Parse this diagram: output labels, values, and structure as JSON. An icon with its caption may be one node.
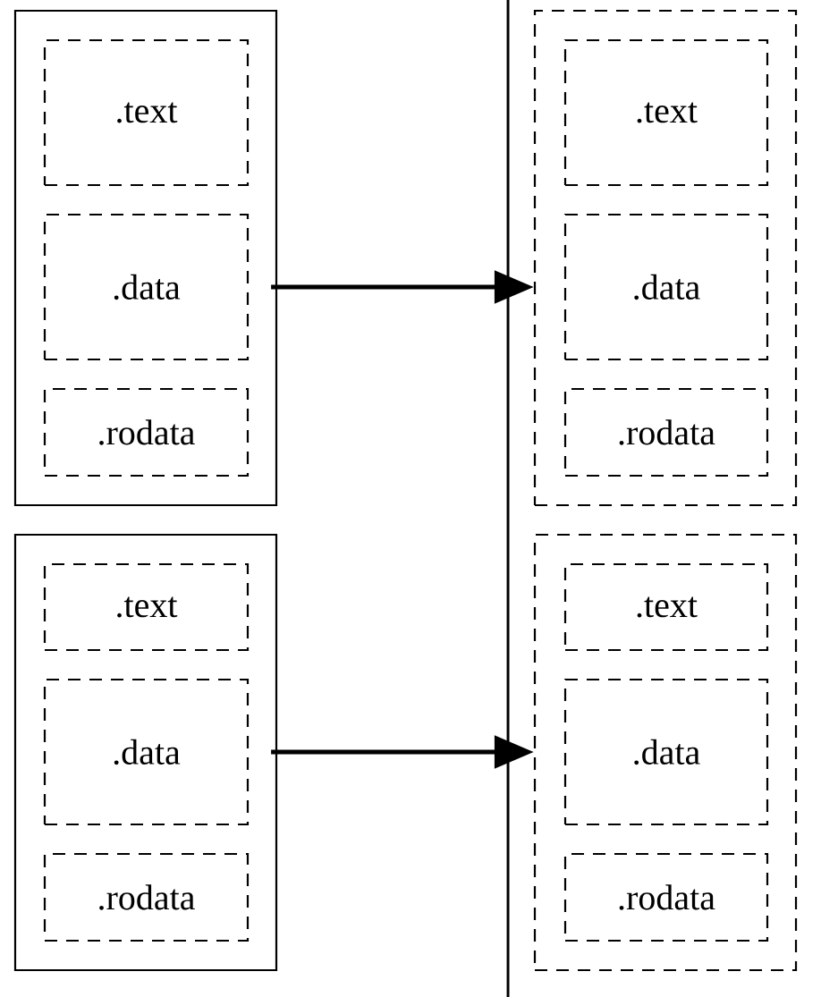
{
  "diagram": {
    "nodes": [
      {
        "text": [],
        "shape": "box"
      },
      {
        "text": [
          ".text"
        ],
        "in": 0
      },
      {
        "text": [
          ".data"
        ],
        "in": 0
      },
      {
        "text": [
          ".rodata"
        ],
        "in": 0
      },
      {
        "text": [],
        "shape": "box"
      },
      {
        "text": [
          ".text"
        ],
        "in": 4
      },
      {
        "text": [
          ".data"
        ],
        "in": 4
      },
      {
        "text": [
          ".rodata"
        ],
        "in": 4
      },
      {
        "text": [],
        "shape": "box"
      },
      {
        "text": [
          ".text"
        ],
        "in": 8
      },
      {
        "text": [
          ".data"
        ],
        "in": 8
      },
      {
        "text": [
          ".rodata"
        ],
        "in": 8
      },
      {
        "text": [],
        "shape": "box"
      },
      {
        "text": [
          ".text"
        ],
        "in": 12
      },
      {
        "text": [
          ".data"
        ],
        "in": 12
      },
      {
        "text": [
          ".rodata"
        ],
        "in": 12
      }
    ],
    "edges": [
      {
        "from": 2,
        "to": 8,
        "arrow": "to"
      },
      {
        "from": 6,
        "to": 12,
        "arrow": "to"
      }
    ]
  }
}
